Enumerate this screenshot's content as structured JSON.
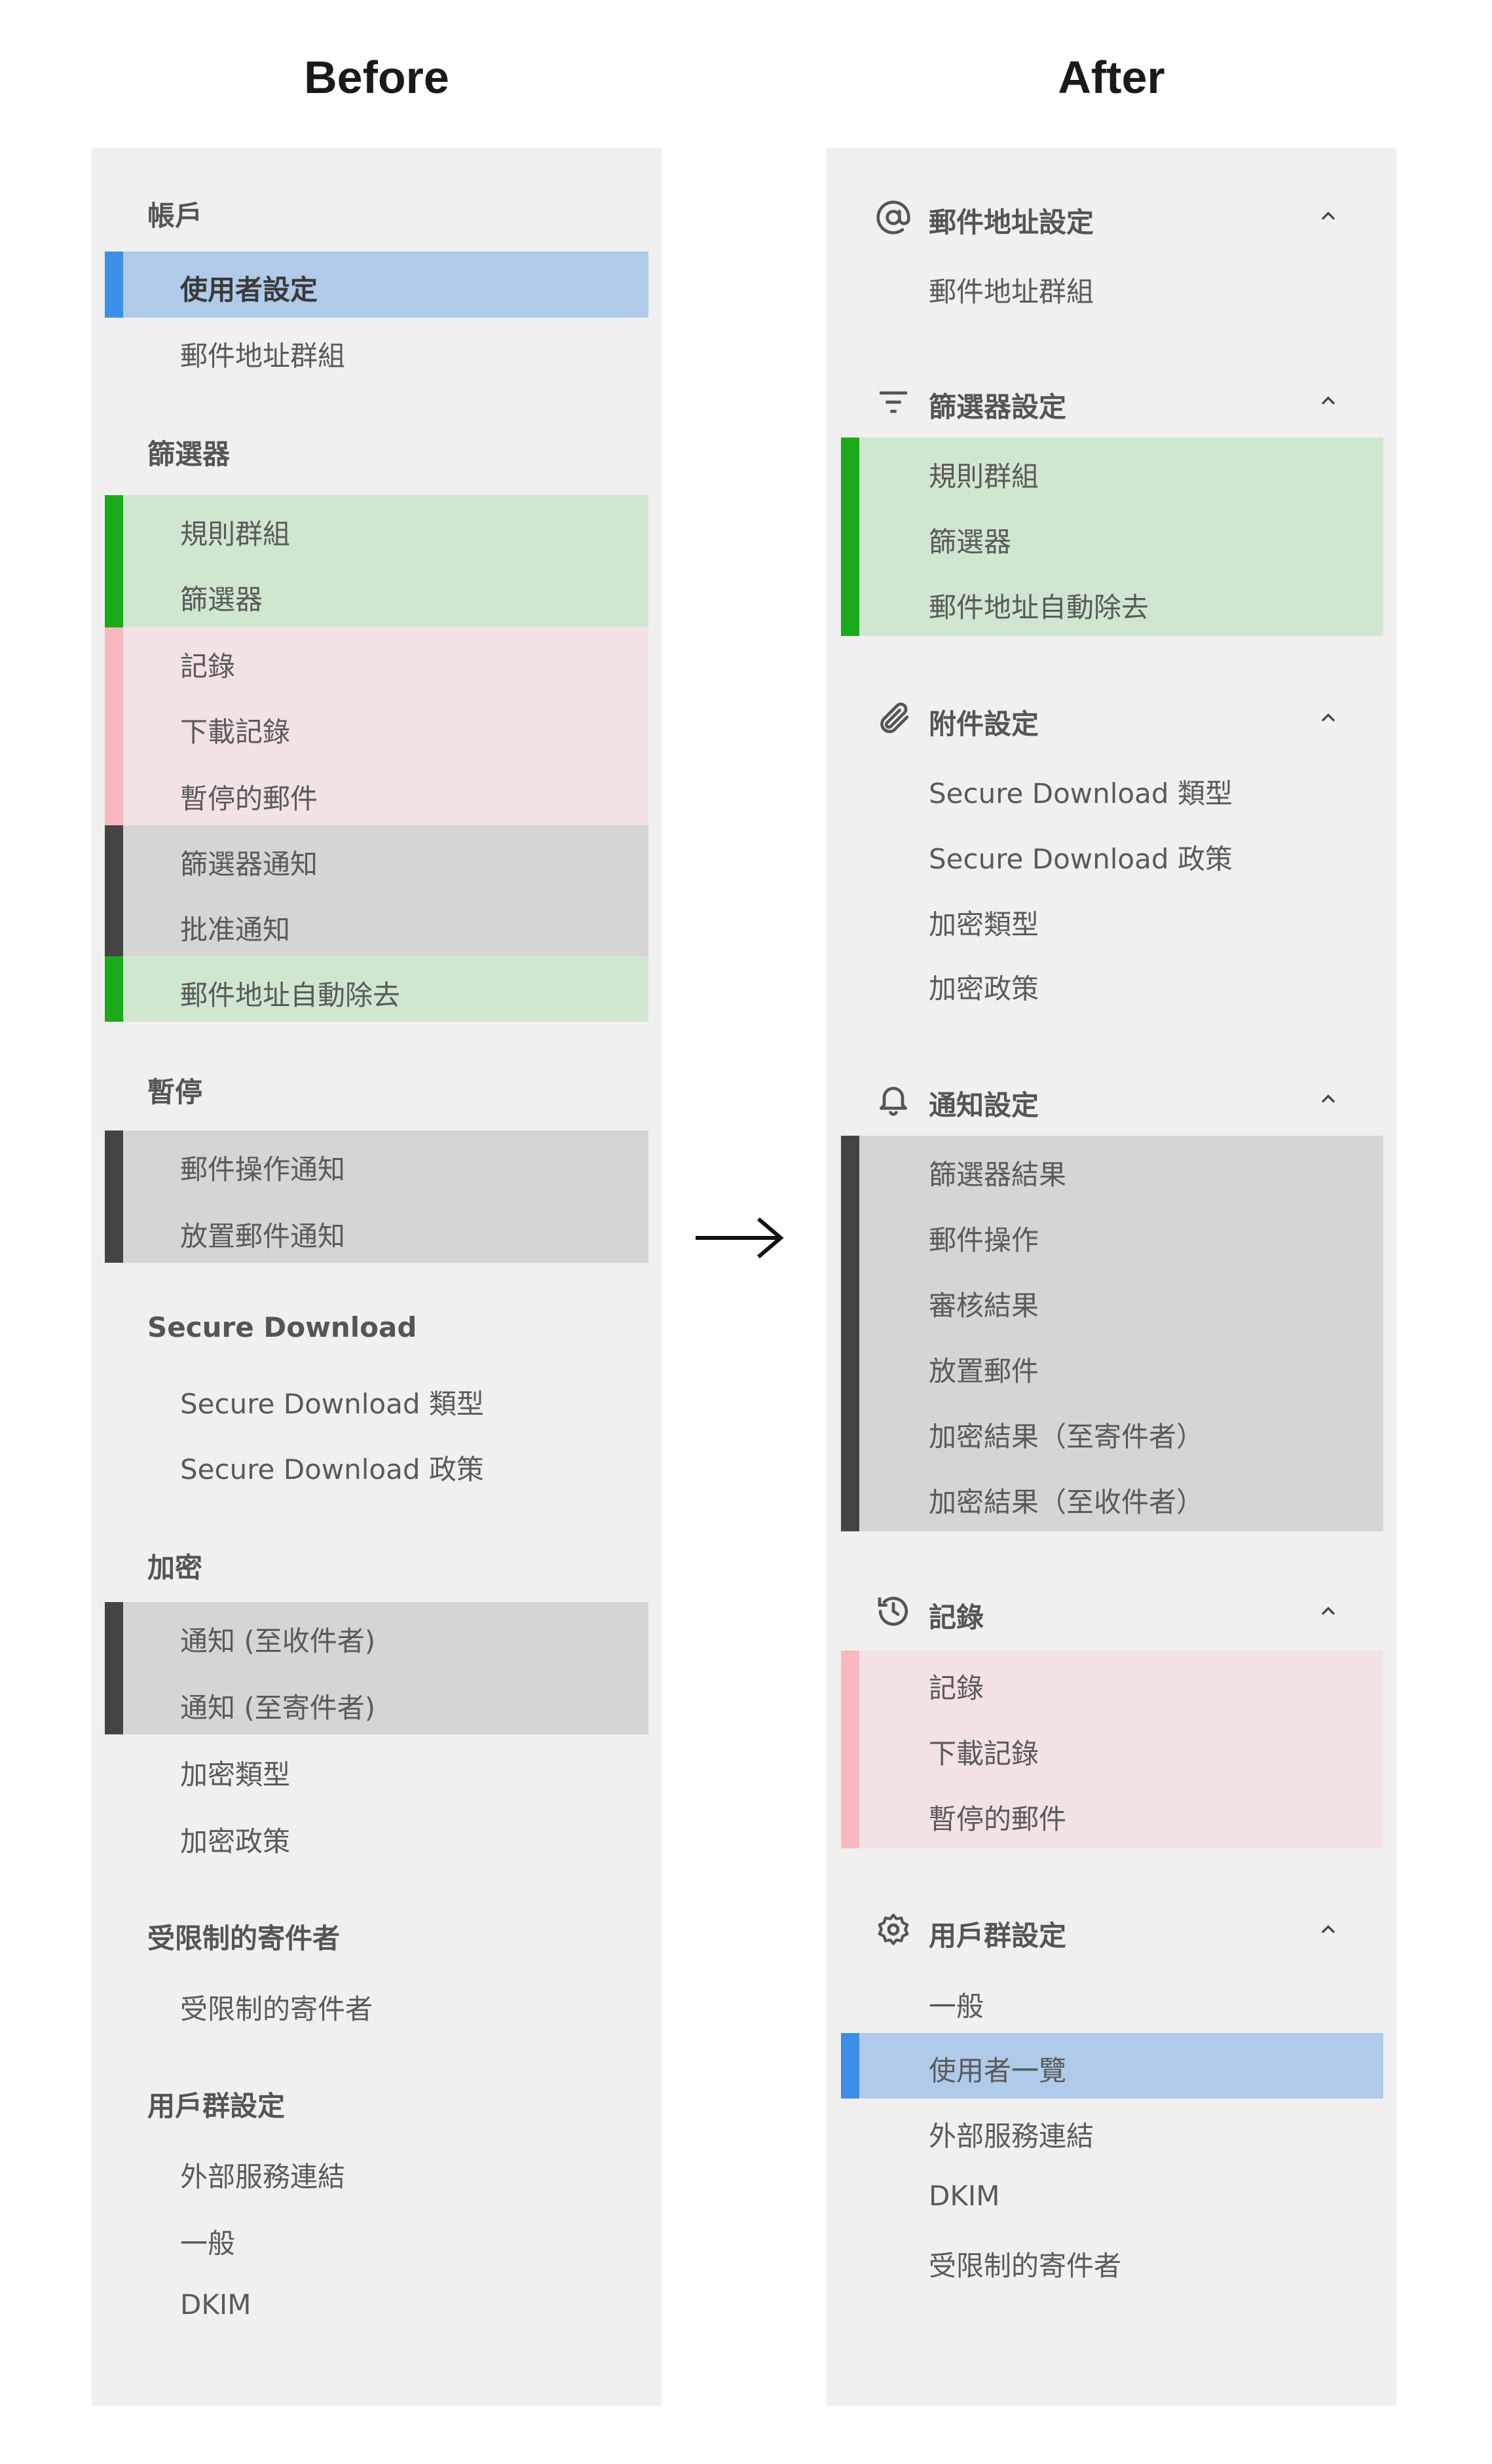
{
  "titles": {
    "before": "Before",
    "after": "After"
  },
  "colors": {
    "panel_bg": "#f0f0f0",
    "blue_band": "#b0cbea",
    "blue_bar": "#3d8ee8",
    "green_band": "#d0e7cf",
    "green_bar": "#1aaa1a",
    "pink_band": "#f3e2e4",
    "pink_bar": "#f7b8bf",
    "gray_band": "#d5d5d5",
    "gray_bar": "#444444"
  },
  "before": {
    "account": {
      "title": "帳戶",
      "items": [
        "使用者設定",
        "郵件地址群組"
      ]
    },
    "filter": {
      "title": "篩選器",
      "items": [
        "規則群組",
        "篩選器",
        "記錄",
        "下載記錄",
        "暫停的郵件",
        "篩選器通知",
        "批准通知",
        "郵件地址自動除去"
      ]
    },
    "hold": {
      "title": "暫停",
      "items": [
        "郵件操作通知",
        "放置郵件通知"
      ]
    },
    "secure": {
      "title": "Secure Download",
      "items": [
        "Secure Download 類型",
        "Secure Download 政策"
      ]
    },
    "encrypt": {
      "title": "加密",
      "items": [
        "通知 (至收件者)",
        "通知 (至寄件者)",
        "加密類型",
        "加密政策"
      ]
    },
    "restricted": {
      "title": "受限制的寄件者",
      "items": [
        "受限制的寄件者"
      ]
    },
    "group": {
      "title": "用戶群設定",
      "items": [
        "外部服務連結",
        "一般",
        "DKIM"
      ]
    }
  },
  "after": {
    "address": {
      "title": "郵件地址設定",
      "icon": "at-sign-icon",
      "items": [
        "郵件地址群組"
      ]
    },
    "filter": {
      "title": "篩選器設定",
      "icon": "filter-icon",
      "items": [
        "規則群組",
        "篩選器",
        "郵件地址自動除去"
      ]
    },
    "attach": {
      "title": "附件設定",
      "icon": "paperclip-icon",
      "items": [
        "Secure Download 類型",
        "Secure Download 政策",
        "加密類型",
        "加密政策"
      ]
    },
    "notify": {
      "title": "通知設定",
      "icon": "bell-icon",
      "items": [
        "篩選器結果",
        "郵件操作",
        "審核結果",
        "放置郵件",
        "加密結果（至寄件者）",
        "加密結果（至收件者）"
      ]
    },
    "log": {
      "title": "記錄",
      "icon": "history-icon",
      "items": [
        "記錄",
        "下載記錄",
        "暫停的郵件"
      ]
    },
    "group": {
      "title": "用戶群設定",
      "icon": "gear-icon",
      "items": [
        "一般",
        "使用者一覽",
        "外部服務連結",
        "DKIM",
        "受限制的寄件者"
      ]
    }
  },
  "arrow_icon": "right-arrow-icon",
  "chevron_icon": "chevron-up-icon"
}
